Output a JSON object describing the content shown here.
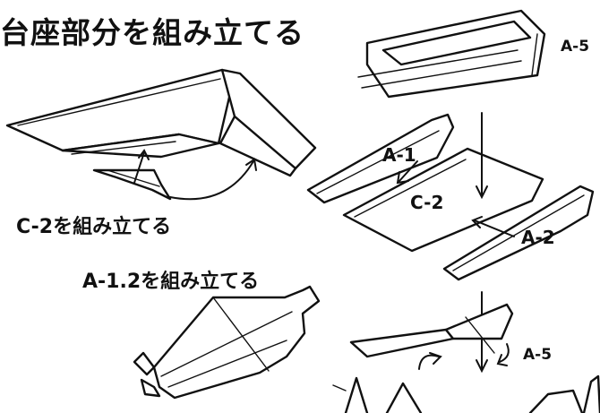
{
  "title": "台座部分を組み立てる",
  "steps": {
    "c2_assemble": "C-2を組み立てる",
    "a12_assemble": "A-1.2を組み立てる"
  },
  "parts": {
    "a5_top": "A-5",
    "a1": "A-1",
    "c2": "C-2",
    "a2": "A-2",
    "a5_bottom": "A-5"
  },
  "colors": {
    "ink": "#111111",
    "paper": "#ffffff"
  }
}
